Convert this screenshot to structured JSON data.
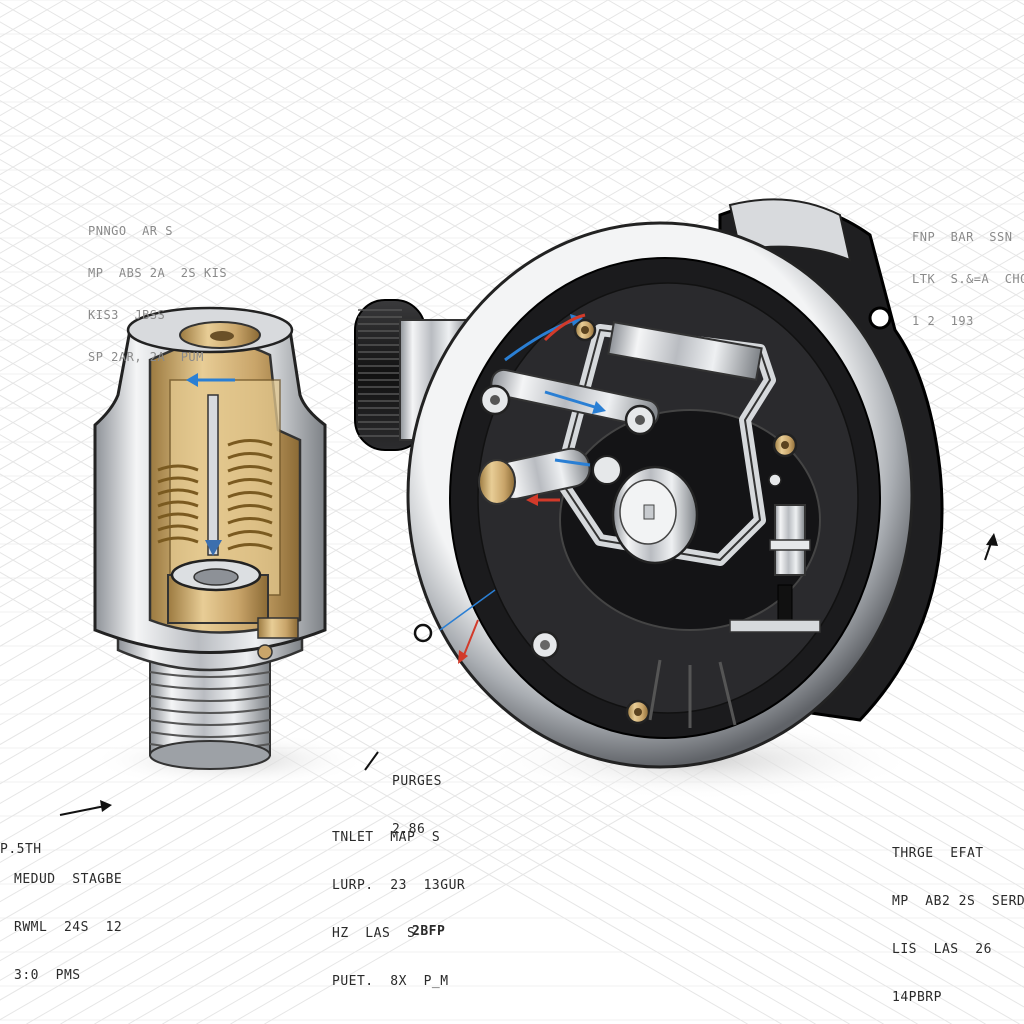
{
  "annotations": {
    "top_left": [
      "PNNGO  AR S",
      "MP  ABS 2A  2S KIS",
      "KIS3  JBSS",
      "SP 2AR, 2A  PUM"
    ],
    "top_right": [
      "FNP  BAR  SSN",
      "LTK  S.&=A  CHO",
      "1 2  193"
    ],
    "bottom_left_arrow": "P.5TH",
    "bottom_left": [
      "MEDUD  STAGBE",
      "RWML  24S  12",
      "3:0  PMS"
    ],
    "center_top": [
      "PURGES",
      "2.86"
    ],
    "center_mid": [
      "TNLET  MAP  S",
      "LURP.  23  13GUR",
      "HZ  LAS  S",
      "PUET.  8X  P_M"
    ],
    "center_bottom": "2BFP",
    "bottom_right": [
      "THRGE  EFAT",
      "MP  AB2 2S  SERD",
      "LIS  LAS  26",
      "14PBRP"
    ]
  },
  "colors": {
    "grid": "#e6e6e6",
    "steel": "#c9ccd0",
    "brass": "#c9a56a",
    "dark": "#1c1c1e",
    "flow_blue": "#2a7fd4",
    "flow_red": "#d23a2a"
  }
}
